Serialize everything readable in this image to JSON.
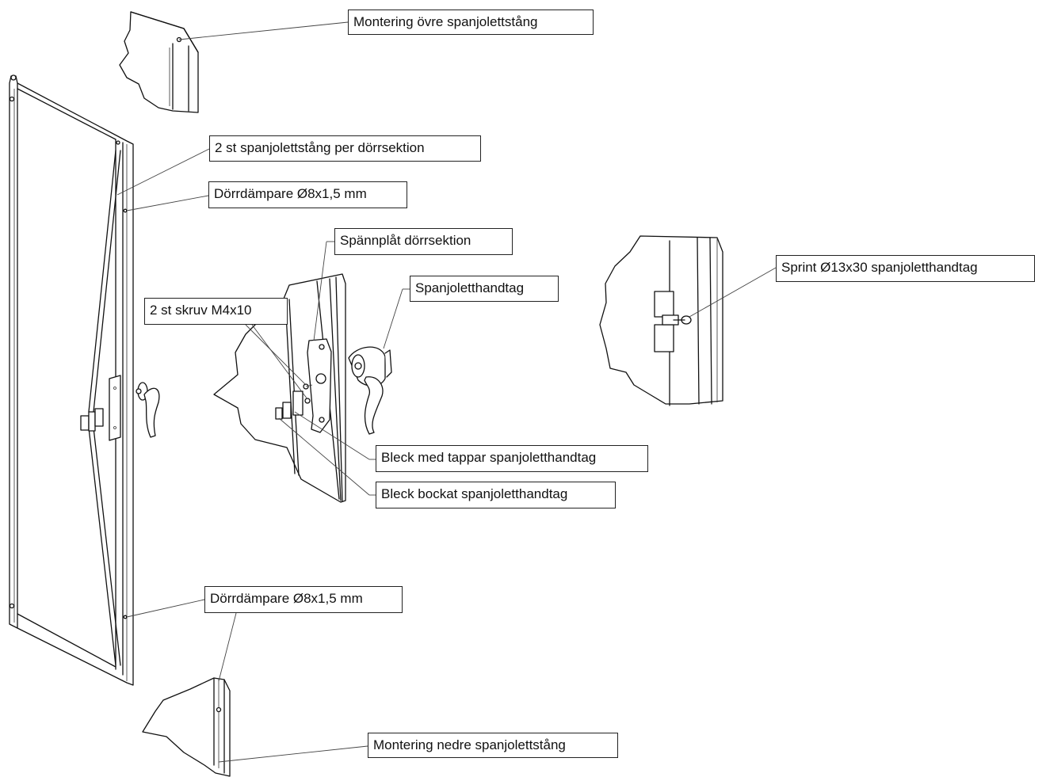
{
  "labels": {
    "top_rod_mount": "Montering övre spanjolettstång",
    "rods_per_section": "2 st spanjolettstång per dörrsektion",
    "damper_top": "Dörrdämpare Ø8x1,5 mm",
    "tension_plate": "Spännplåt dörrsektion",
    "handle": "Spanjoletthandtag",
    "screws": "2 st skruv M4x10",
    "pin": "Sprint Ø13x30 spanjoletthandtag",
    "tabbed_plate": "Bleck med tappar spanjoletthandtag",
    "bent_plate": "Bleck bockat spanjoletthandtag",
    "damper_bottom": "Dörrdämpare Ø8x1,5 mm",
    "bottom_rod_mount": "Montering nedre spanjolettstång"
  },
  "colors": {
    "line": "#111111",
    "background": "#ffffff"
  }
}
